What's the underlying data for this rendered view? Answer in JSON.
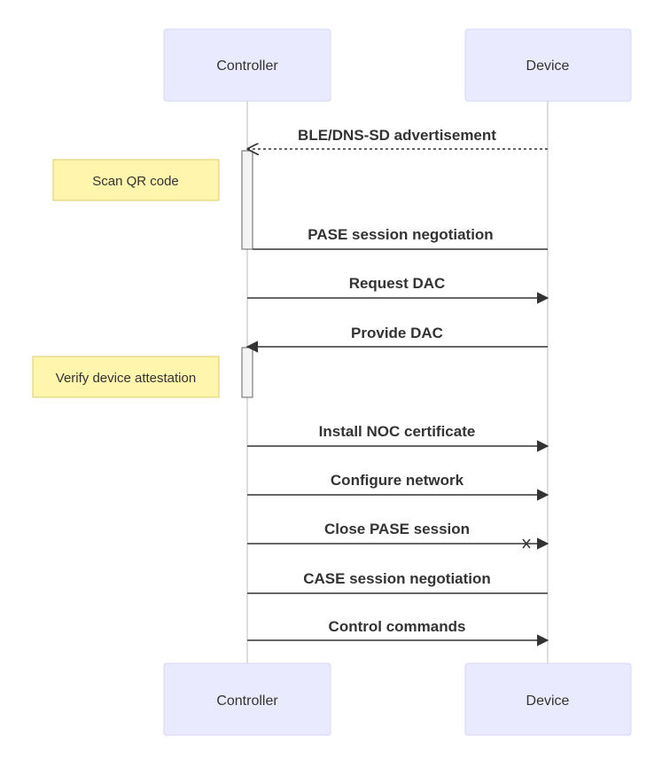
{
  "participants": {
    "controller": {
      "label": "Controller"
    },
    "device": {
      "label": "Device"
    }
  },
  "notes": {
    "scan_qr": "Scan QR code",
    "verify_attestation": "Verify device attestation"
  },
  "messages": [
    {
      "text": "BLE/DNS-SD advertisement",
      "from": "device",
      "to": "controller",
      "style": "dotted",
      "head": "open"
    },
    {
      "text": "PASE session negotiation",
      "from": "device",
      "to": "controller",
      "style": "solid",
      "head": "none"
    },
    {
      "text": "Request DAC",
      "from": "controller",
      "to": "device",
      "style": "solid",
      "head": "filled"
    },
    {
      "text": "Provide DAC",
      "from": "device",
      "to": "controller",
      "style": "solid",
      "head": "filled"
    },
    {
      "text": "Install NOC certificate",
      "from": "controller",
      "to": "device",
      "style": "solid",
      "head": "filled"
    },
    {
      "text": "Configure network",
      "from": "controller",
      "to": "device",
      "style": "solid",
      "head": "filled"
    },
    {
      "text": "Close PASE session",
      "from": "controller",
      "to": "device",
      "style": "solid",
      "head": "cross-filled"
    },
    {
      "text": "CASE session negotiation",
      "from": "device",
      "to": "controller",
      "style": "solid",
      "head": "none"
    },
    {
      "text": "Control commands",
      "from": "controller",
      "to": "device",
      "style": "solid",
      "head": "filled"
    }
  ],
  "colors": {
    "actor_fill": "#eaeaff",
    "actor_stroke": "#d6d6f5",
    "note_fill": "#fff5ad",
    "note_stroke": "#d9cf6a",
    "line": "#333333",
    "lifeline": "#bbbbbb"
  }
}
